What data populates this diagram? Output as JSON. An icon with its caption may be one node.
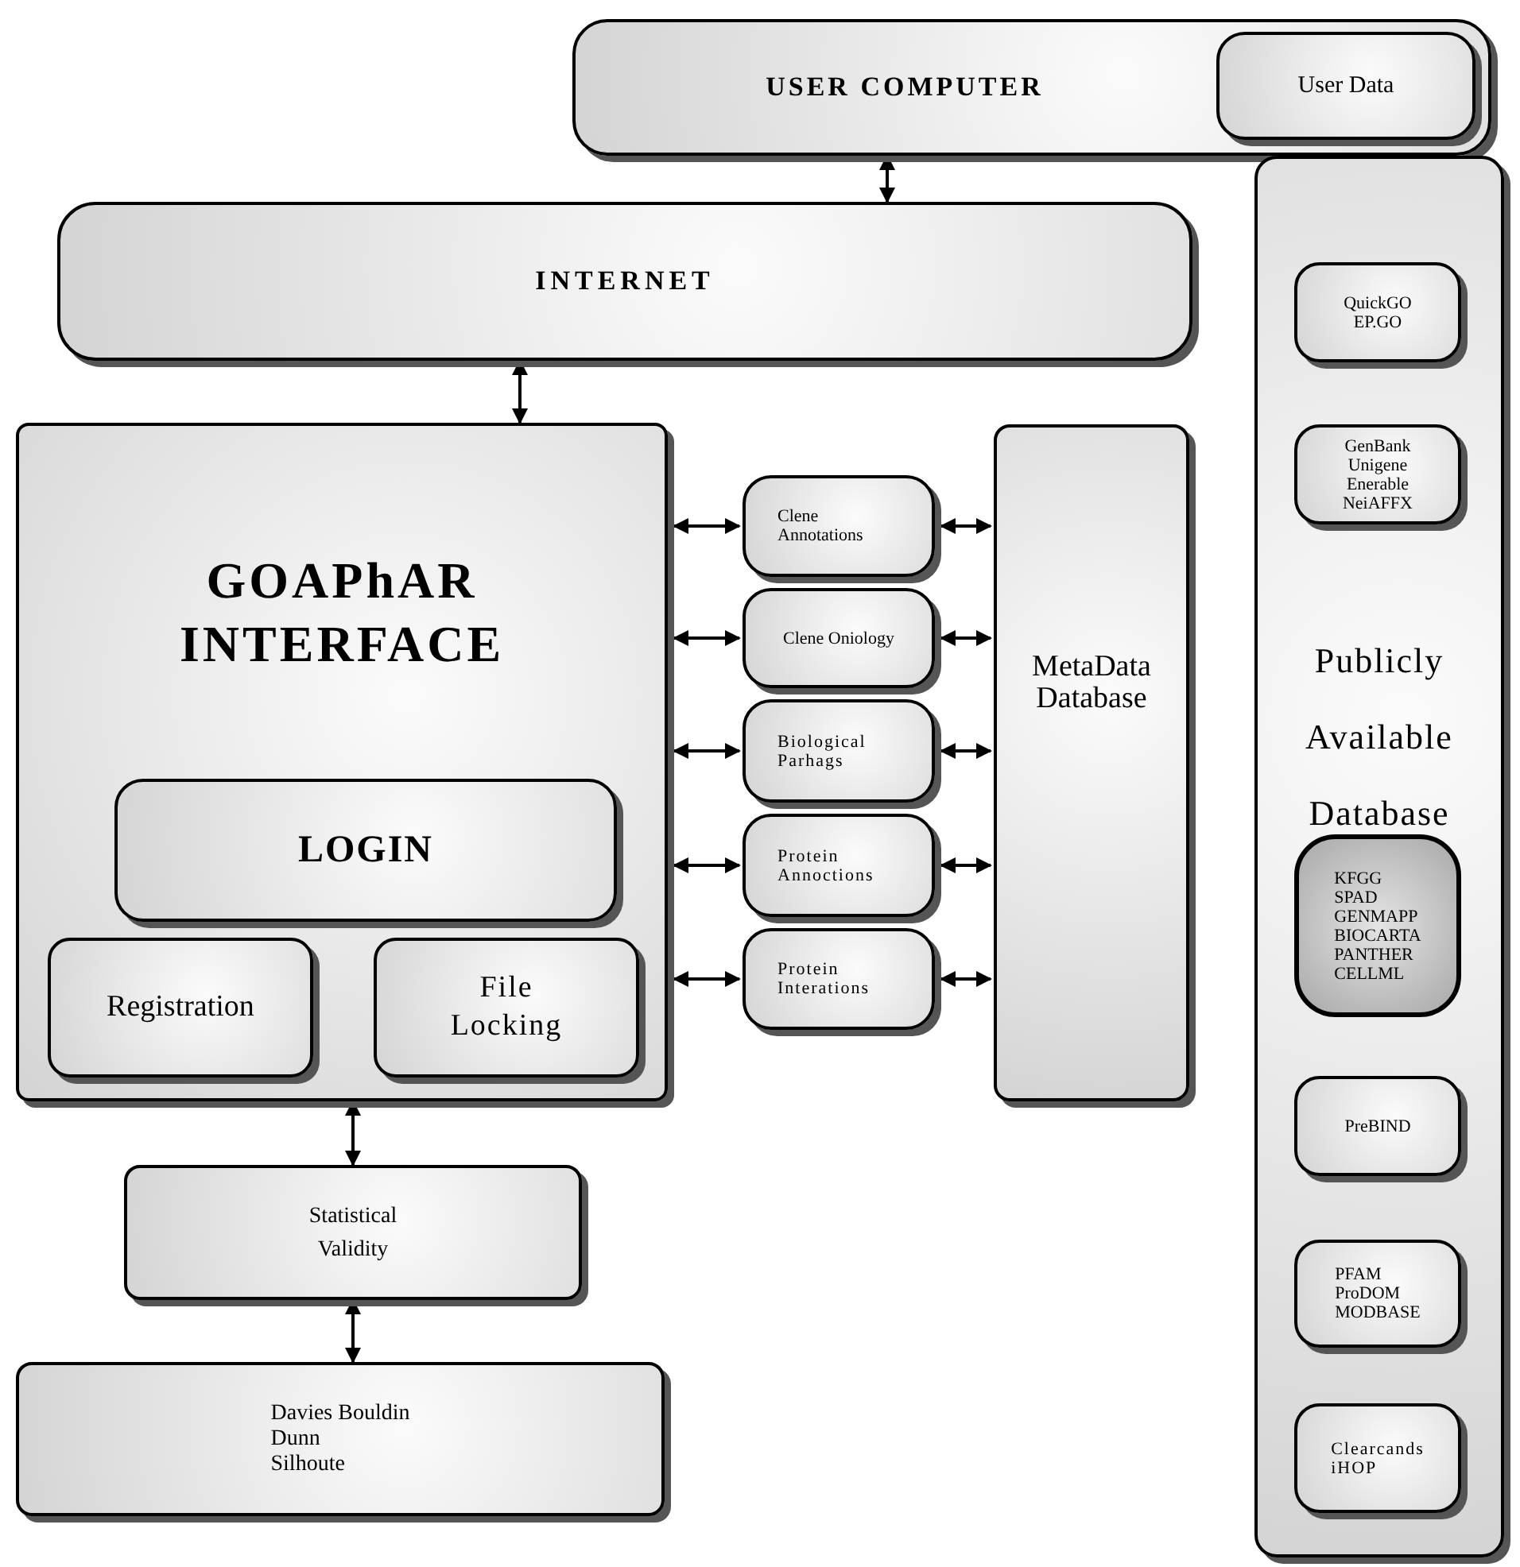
{
  "diagram": {
    "nodes": [
      {
        "text": [
          "USER COMPUTER"
        ]
      },
      {
        "text": [
          "User Data"
        ],
        "in": 0
      },
      {
        "text": [
          "INTERNET"
        ]
      },
      {
        "text": [
          "GOAPhAR INTERFACE"
        ]
      },
      {
        "text": [
          "LOGIN"
        ],
        "in": 3
      },
      {
        "text": [
          "Registration"
        ],
        "in": 3
      },
      {
        "text": [
          "File Locking"
        ],
        "in": 3
      },
      {
        "text": [
          "Clene Annotations"
        ]
      },
      {
        "text": [
          "Clene Oniology"
        ]
      },
      {
        "text": [
          "Biological Parhags"
        ]
      },
      {
        "text": [
          "Protein Annoctions"
        ]
      },
      {
        "text": [
          "Protein Interations"
        ]
      },
      {
        "text": [
          "MetaData Database"
        ]
      },
      {
        "text": [
          "Publicly Available Database"
        ]
      },
      {
        "text": [
          "QuickGO",
          "EP.GO"
        ],
        "in": 13
      },
      {
        "text": [
          "GenBank",
          "Unigene",
          "Enerable",
          "NeiAFFX"
        ],
        "in": 13
      },
      {
        "text": [
          "KFGG",
          "SPAD",
          "GENMAPP",
          "BIOCARTA",
          "PANTHER",
          "CELLML"
        ],
        "in": 13
      },
      {
        "text": [
          "PreBIND"
        ],
        "in": 13
      },
      {
        "text": [
          "PFAM",
          "ProDOM",
          "MODBASE"
        ],
        "in": 13
      },
      {
        "text": [
          "Clearcands",
          "iHOP"
        ],
        "in": 13
      },
      {
        "text": [
          "Statistical Validity"
        ]
      },
      {
        "text": [
          "Davies Bouldin",
          "Dunn",
          "Silhoute"
        ]
      }
    ],
    "edges": [
      {
        "from": 0,
        "to": 2,
        "arrow": "both"
      },
      {
        "from": 2,
        "to": 3,
        "arrow": "both"
      },
      {
        "from": 3,
        "to": 7,
        "arrow": "both"
      },
      {
        "from": 3,
        "to": 8,
        "arrow": "both"
      },
      {
        "from": 3,
        "to": 9,
        "arrow": "both"
      },
      {
        "from": 3,
        "to": 10,
        "arrow": "both"
      },
      {
        "from": 3,
        "to": 11,
        "arrow": "both"
      },
      {
        "from": 7,
        "to": 12,
        "arrow": "both"
      },
      {
        "from": 8,
        "to": 12,
        "arrow": "both"
      },
      {
        "from": 9,
        "to": 12,
        "arrow": "both"
      },
      {
        "from": 10,
        "to": 12,
        "arrow": "both"
      },
      {
        "from": 11,
        "to": 12,
        "arrow": "both"
      },
      {
        "from": 3,
        "to": 20,
        "arrow": "both"
      },
      {
        "from": 20,
        "to": 21,
        "arrow": "both"
      }
    ]
  }
}
